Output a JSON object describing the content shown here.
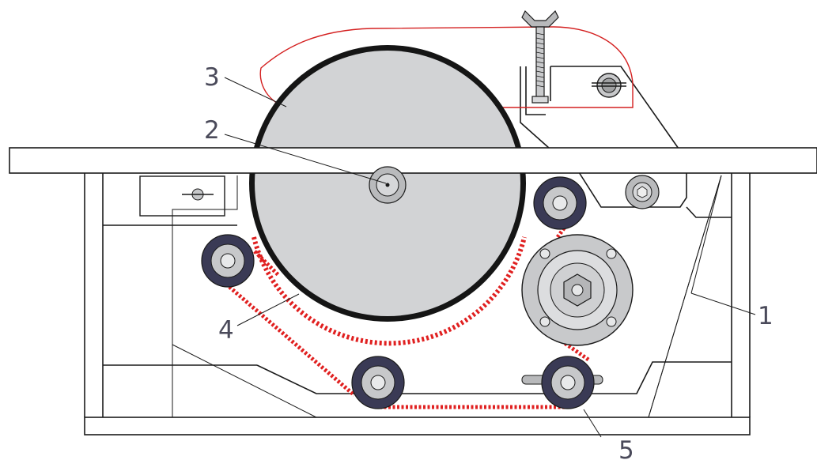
{
  "callouts": [
    {
      "id": "1",
      "label": "1"
    },
    {
      "id": "2",
      "label": "2"
    },
    {
      "id": "3",
      "label": "3"
    },
    {
      "id": "4",
      "label": "4"
    },
    {
      "id": "5",
      "label": "5"
    }
  ],
  "colors": {
    "outline": "#1a1a1a",
    "drum_fill": "#d2d3d5",
    "drum_rim": "#151515",
    "belt": "#e02020",
    "guard_outline": "#d42020",
    "roller_outer": "#3a3a55",
    "roller_inner": "#c7c8ca",
    "callout_text": "#4a4a5a"
  }
}
